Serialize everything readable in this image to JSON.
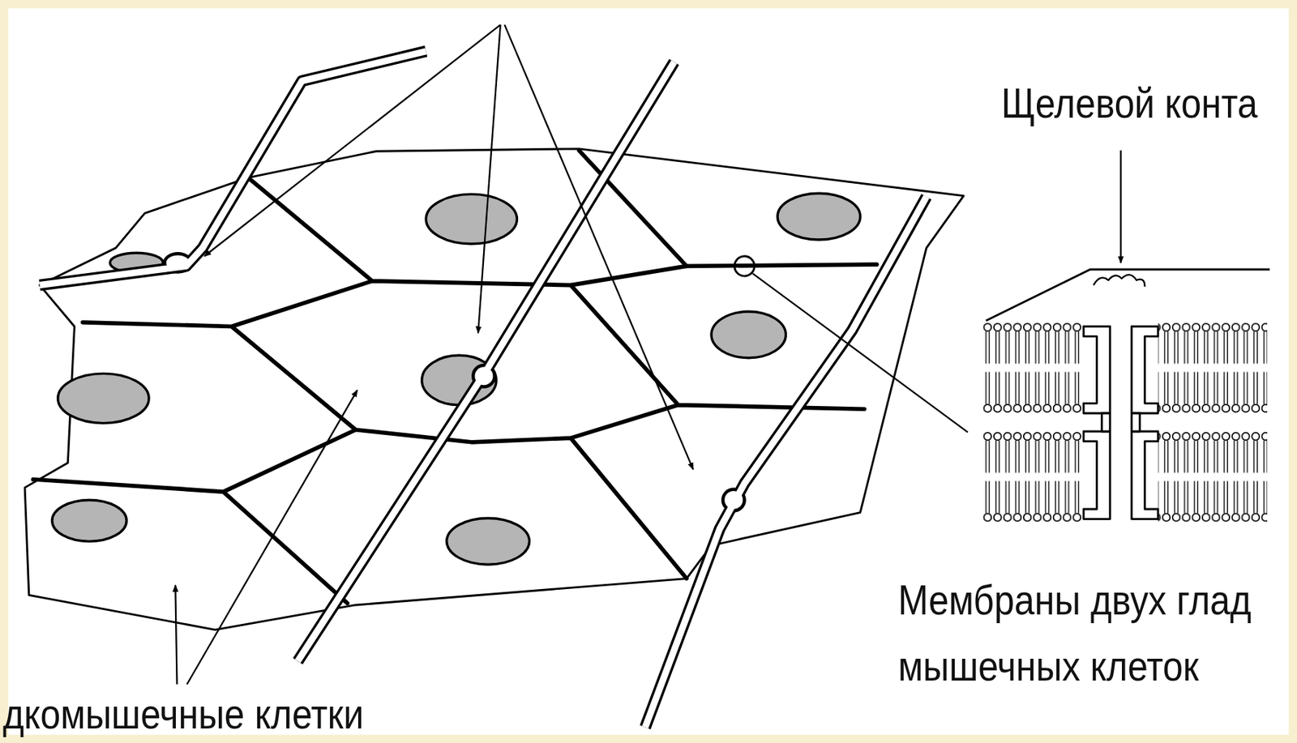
{
  "diagram": {
    "labels": [
      "Щелевой конта",
      "Мембраны двух глад мышечных клеток",
      "дкомышечные клетки"
    ]
  }
}
